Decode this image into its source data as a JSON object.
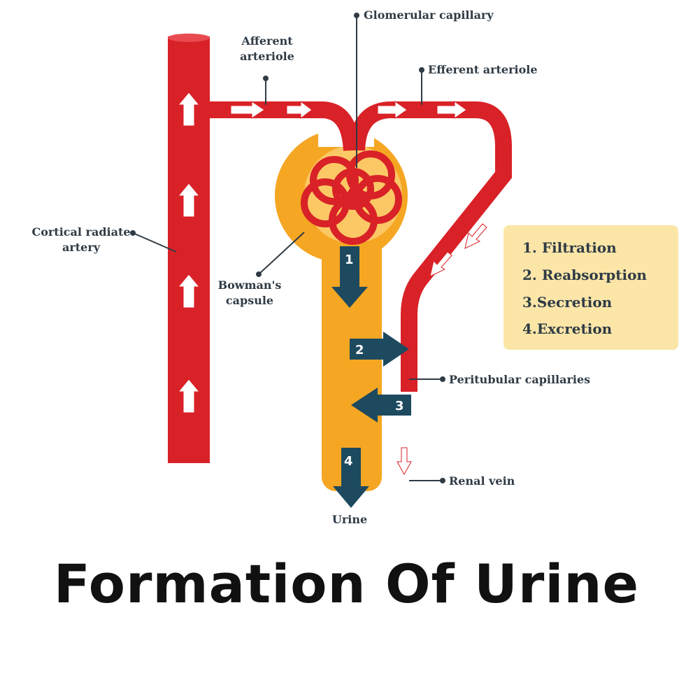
{
  "labels": {
    "afferent": [
      "Afferent",
      "arteriole"
    ],
    "glomerular": "Glomerular capillary",
    "efferent": "Efferent arteriole",
    "cortical": [
      "Cortical radiate",
      "artery"
    ],
    "bowman": [
      "Bowman's",
      "capsule"
    ],
    "peritubular": "Peritubular capillaries",
    "renal_vein": "Renal vein",
    "urine": "Urine"
  },
  "steps": [
    "1. Filtration",
    "2. Reabsorption",
    "3.Secretion",
    "4.Excretion"
  ],
  "step_numbers": [
    "1",
    "2",
    "3",
    "4"
  ],
  "title": "Formation Of Urine",
  "colors": {
    "vessel": "#d92128",
    "capsule": "#f5a623",
    "arrow": "#1d4a5f",
    "box": "#fbe6a8",
    "vein": "#9c2a8a"
  }
}
